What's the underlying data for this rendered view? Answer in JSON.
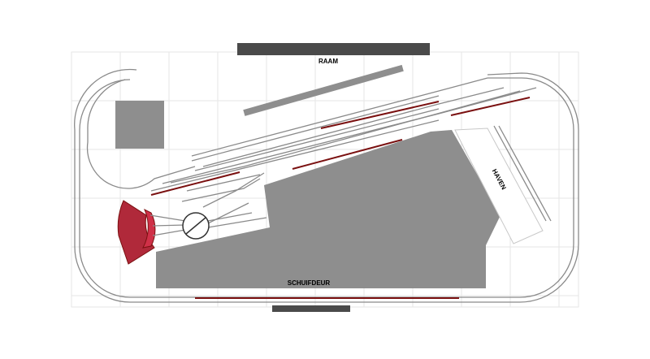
{
  "labels": {
    "window": "RAAM",
    "sliding_door": "SCHUIFDEUR",
    "harbour": "HAVEN"
  },
  "colors": {
    "building": "#8e8e8e",
    "wall": "#4a4a4a",
    "track": "#8a8a8a",
    "catenary": "#7a1010",
    "turntable_shed": "#b0293a",
    "grid": "#e6e6e6"
  }
}
